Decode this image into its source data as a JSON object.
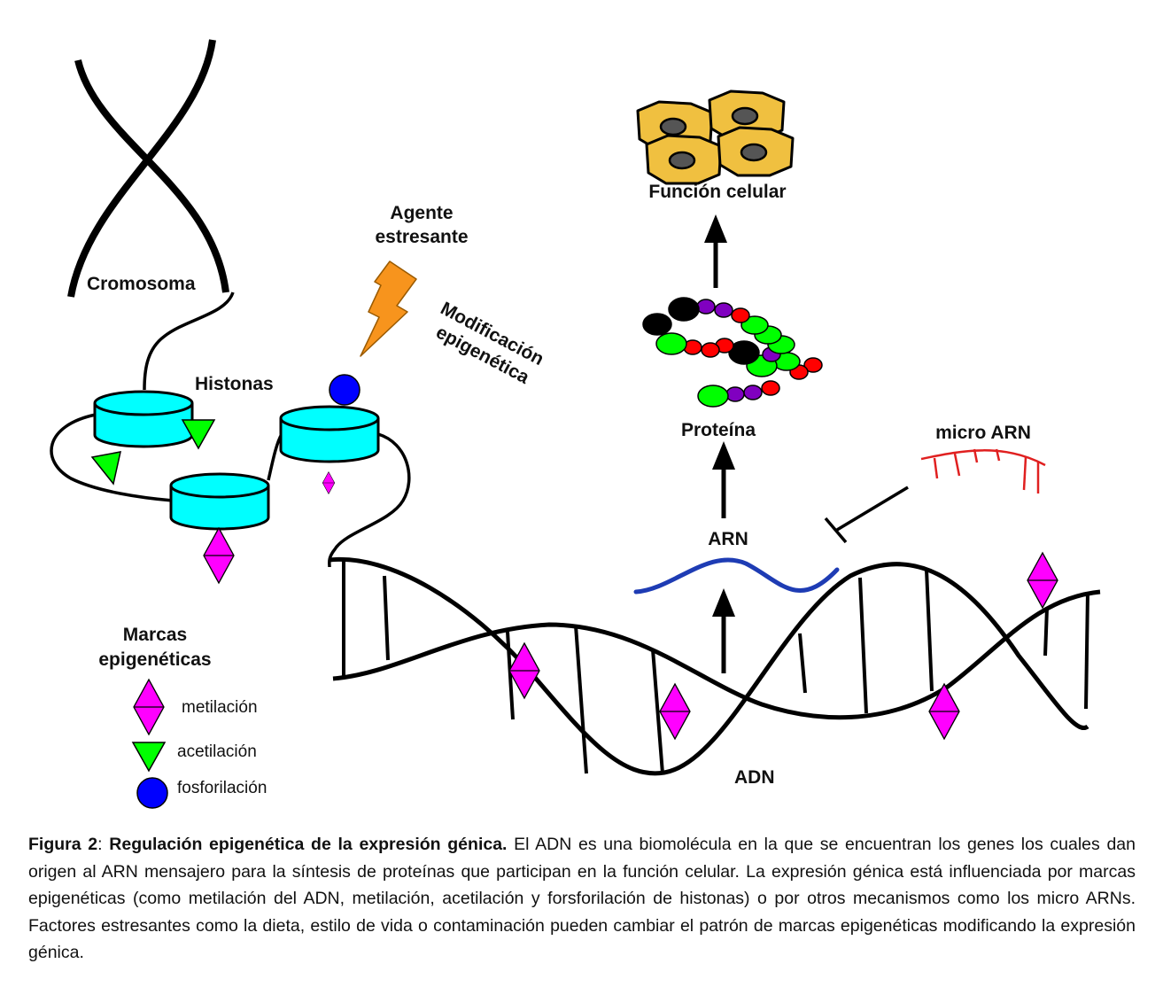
{
  "labels": {
    "chromosome": "Cromosoma",
    "histones": "Histonas",
    "stress_agent_line1": "Agente",
    "stress_agent_line2": "estresante",
    "epi_mod_line1": "Modificación",
    "epi_mod_line2": "epigenética",
    "cell_function": "Función celular",
    "protein": "Proteína",
    "rna": "ARN",
    "micro_rna": "micro ARN",
    "dna": "ADN"
  },
  "legend": {
    "title_line1": "Marcas",
    "title_line2": "epigenéticas",
    "items": [
      {
        "label": "metilación",
        "icon": "magenta-diamond-icon"
      },
      {
        "label": "acetilación",
        "icon": "green-triangle-icon"
      },
      {
        "label": "fosforilación",
        "icon": "blue-circle-icon"
      }
    ]
  },
  "caption": {
    "figure_label": "Figura 2",
    "separator": ": ",
    "title": "Regulación epigenética de la expresión génica.",
    "body": " El ADN es una biomolécula en la que se encuentran los genes los cuales dan origen al ARN mensajero para la síntesis de proteínas que participan en la función celular. La expresión génica está influenciada por marcas epigenéticas (como metilación del ADN, metilación, acetilación y forsforilación de histonas) o por otros mecanismos como los micro ARNs. Factores estresantes como la dieta, estilo de vida o contaminación pueden cambiar el patrón de marcas epigenéticas modificando la expresión génica."
  },
  "colors": {
    "histone": "#00ffff",
    "methylation": "#ff00ff",
    "acetylation": "#00ff00",
    "phosphorylation": "#0000ff",
    "cell": "#f0c040",
    "lightning": "#f7941d",
    "rna": "#1e3cb4",
    "micro_rna": "#e02020",
    "protein_red": "#ff0000",
    "protein_green": "#00ff00",
    "protein_purple": "#8000c0",
    "protein_black": "#000000"
  }
}
